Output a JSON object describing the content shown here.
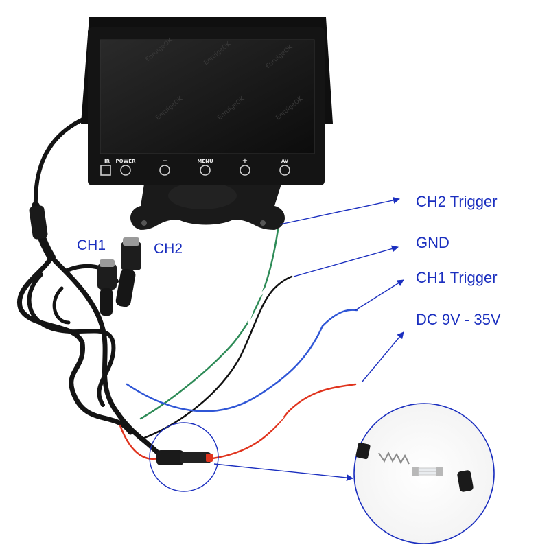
{
  "labels": {
    "ch2_trigger": "CH2 Trigger",
    "gnd": "GND",
    "ch1_trigger": "CH1 Trigger",
    "dc_power": "DC 9V - 35V",
    "ch1": "CH1",
    "ch2": "CH2"
  },
  "monitor_buttons": [
    "IR",
    "POWER",
    "−",
    "MENU",
    "+",
    "AV"
  ],
  "watermark": "EnruigeOK",
  "colors": {
    "label_blue": "#1b2fbf",
    "wire_green": "#2e8b57",
    "wire_black": "#111111",
    "wire_blue": "#2f56d6",
    "wire_red": "#e0341e"
  }
}
